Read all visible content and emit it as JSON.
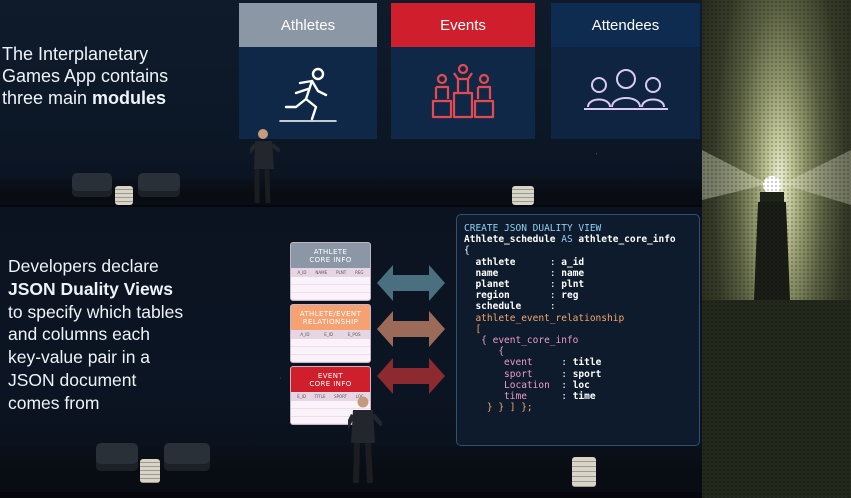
{
  "top_slide": {
    "intro": [
      "The Interplanetary",
      "Games App contains",
      "three main "
    ],
    "intro_bold": "modules",
    "modules": [
      {
        "label": "Athletes",
        "color": "#8c97a6",
        "icon": "running-athlete-icon"
      },
      {
        "label": "Events",
        "color": "#cf1f2c",
        "icon": "podium-icon"
      },
      {
        "label": "Attendees",
        "color": "#0e2c50",
        "icon": "audience-icon"
      }
    ]
  },
  "bottom_slide": {
    "text": [
      "Developers declare",
      "JSON Duality Views",
      "to specify which tables",
      "and columns each",
      "key-value pair in a",
      "JSON document",
      "comes from"
    ],
    "tables": [
      {
        "title": "ATHLETE\nCORE INFO",
        "color": "#8b97a6",
        "cols": [
          "A_ID",
          "NAME",
          "PLNT",
          "REG"
        ]
      },
      {
        "title": "ATHLETE/EVENT\nRELATIONSHIP",
        "color": "#f6a172",
        "cols": [
          "A_ID",
          "E_ID",
          "E_POS"
        ]
      },
      {
        "title": "EVENT\nCORE INFO",
        "color": "#cf1f2c",
        "cols": [
          "E_ID",
          "TITLE",
          "SPORT",
          "LOC"
        ]
      }
    ],
    "arrows": [
      {
        "name": "athlete-core-arrow",
        "color": "#4a7080"
      },
      {
        "name": "relationship-arrow",
        "color": "#9c6a58"
      },
      {
        "name": "event-core-arrow",
        "color": "#8c2a30"
      }
    ],
    "code": {
      "line1": "CREATE JSON DUALITY VIEW",
      "line2_a": "Athlete_schedule",
      "line2_b": " AS ",
      "line2_c": "athlete_core_info",
      "line3": "{",
      "fields": [
        {
          "k": "athlete",
          "v": "a_id"
        },
        {
          "k": "name",
          "v": "name"
        },
        {
          "k": "planet",
          "v": "plnt"
        },
        {
          "k": "region",
          "v": "reg"
        }
      ],
      "schedule": "schedule",
      "relation": "athlete_event_relationship",
      "bracket_open": "[",
      "event_obj": "{ event_core_info",
      "inner_open": "{",
      "event_fields": [
        {
          "k": "event",
          "v": "title"
        },
        {
          "k": "sport",
          "v": "sport"
        },
        {
          "k": "Location",
          "v": "loc"
        },
        {
          "k": "time",
          "v": "time"
        }
      ],
      "closing": "} } ] };"
    }
  }
}
